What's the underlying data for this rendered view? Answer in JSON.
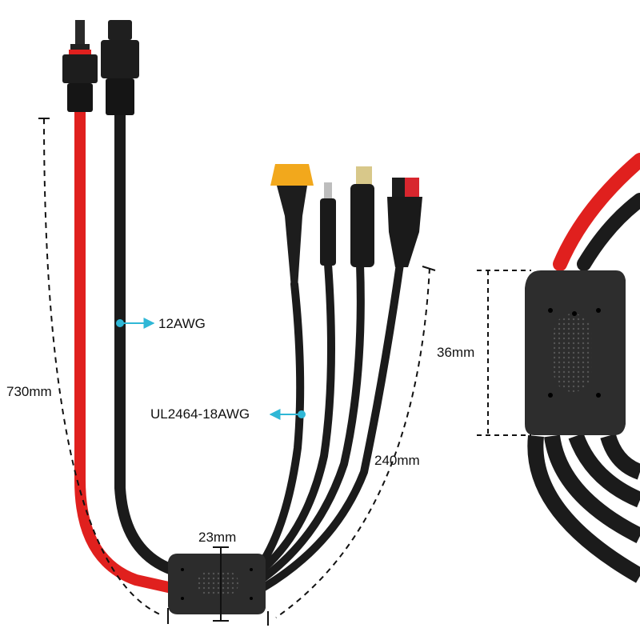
{
  "labels": {
    "wire_gauge_main": "12AWG",
    "wire_gauge_branch": "UL2464-18AWG",
    "length_main": "730mm",
    "length_branch": "240mm",
    "hub_width": "23mm",
    "hub_height": "36mm"
  },
  "colors": {
    "red_wire": "#e0201e",
    "black_wire": "#1b1b1b",
    "hub": "#2c2c2c",
    "xt60_yellow": "#f2a81c",
    "anderson_red": "#d8262e",
    "callout_cyan": "#2fb7d6",
    "dimension_line": "#111111"
  },
  "icons": [
    "mc4-male-connector-icon",
    "mc4-female-connector-icon",
    "xt60-connector-icon",
    "dc-barrel-small-icon",
    "dc-barrel-large-icon",
    "anderson-connector-icon",
    "splitter-hub-icon",
    "arrow-icon"
  ]
}
